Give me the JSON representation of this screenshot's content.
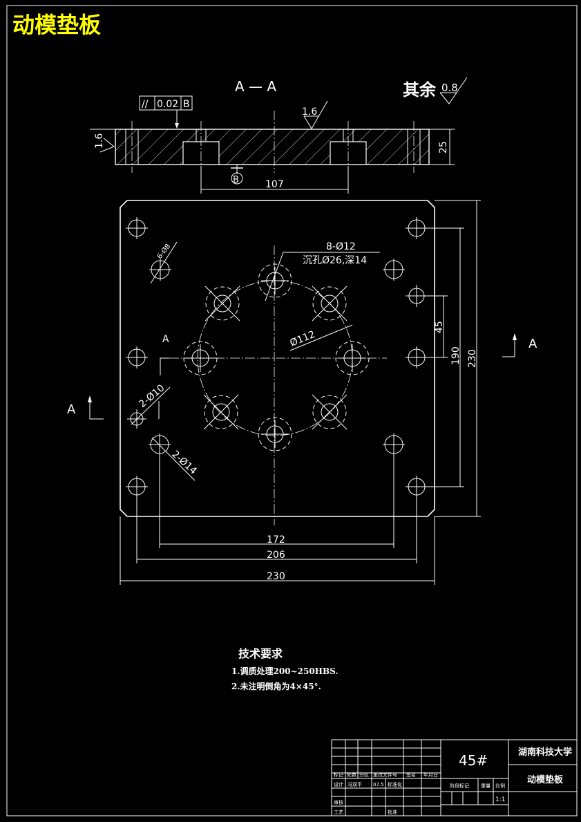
{
  "title": "动模垫板",
  "section_label": "A — A",
  "roughness_other_label": "其余",
  "roughness_other_value": "0.8",
  "roughness_top": "1.6",
  "roughness_left": "1.6",
  "tolerance": {
    "symbol": "//",
    "value": "0.02",
    "datum": "B"
  },
  "datum_bottom": "B",
  "section_dims": {
    "d107": "107",
    "d25": "25"
  },
  "callouts": {
    "holes_8": "8-Ø12",
    "counterbore": "沉孔Ø26,深14",
    "pcd": "Ø112",
    "small_holes": "2-Ø10",
    "pin_holes": "2-Ø14",
    "corner_hole": "6-Ø8"
  },
  "cut_marks": {
    "left": "A",
    "right": "A",
    "left_upper": "A"
  },
  "dims": {
    "d45": "45",
    "d190": "190",
    "d230_v": "230",
    "d172": "172",
    "d206": "206",
    "d230_h": "230"
  },
  "tech": {
    "heading": "技术要求",
    "line1": "1.调质处理200~250HBS.",
    "line2": "2.未注明倒角为4×45°."
  },
  "titleblock": {
    "material": "45#",
    "school": "湖南科技大学",
    "part": "动模垫板",
    "scale": "1:1",
    "h1": "标记",
    "h2": "处数",
    "h3": "分区",
    "h4": "更改文件号",
    "h5": "签名",
    "h6": "年月日",
    "r1": "设计",
    "r2": "标准化",
    "r3": "审核",
    "r4": "工艺",
    "r5": "批准",
    "r6": "阶段标记",
    "r7": "重量",
    "r8": "比例",
    "date_val": "07.5",
    "design_name": "冯双平"
  }
}
